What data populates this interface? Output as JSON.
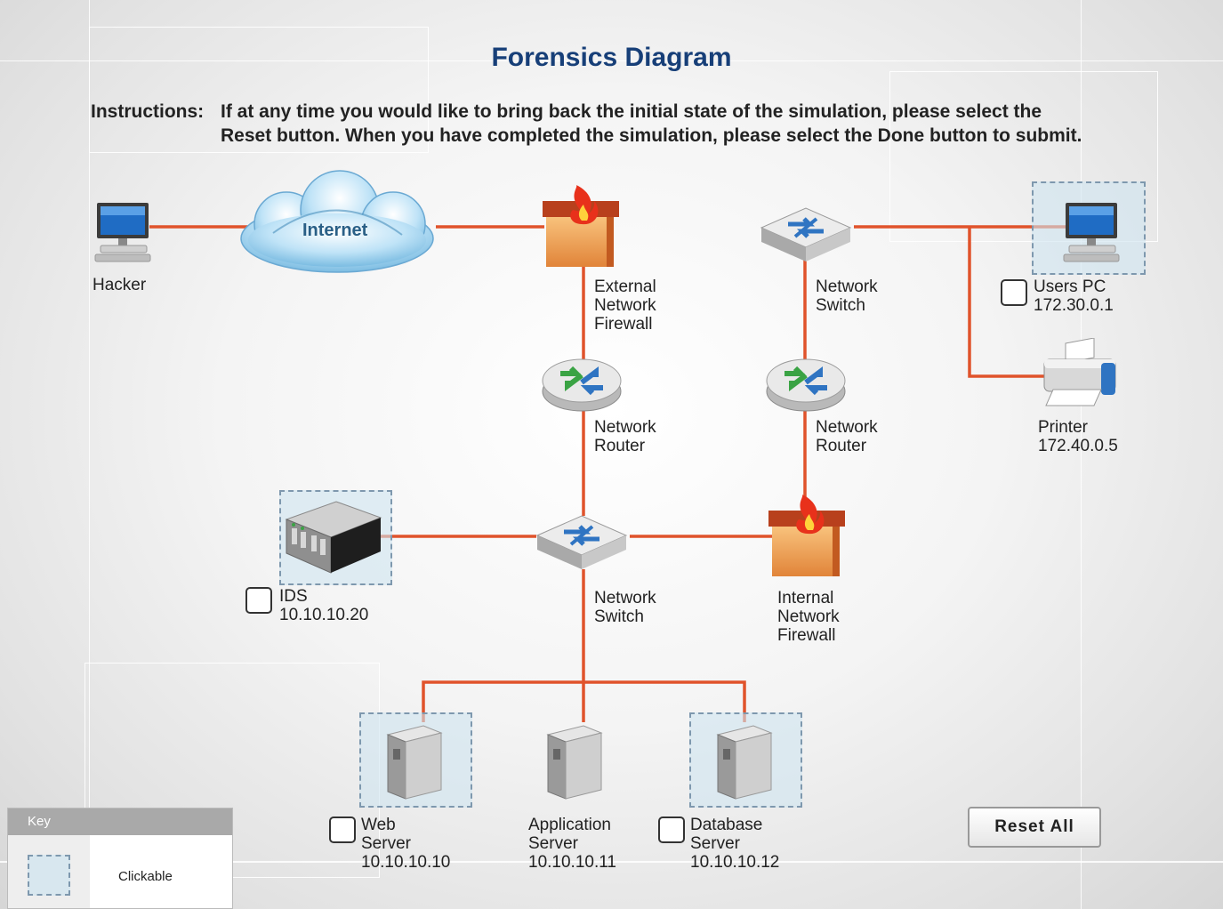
{
  "title": "Forensics Diagram",
  "instructions": {
    "prefix": "Instructions:",
    "line1": "If at any time you would like to bring back the initial state of the simulation, please select the",
    "line2": "Reset button. When you have completed the simulation, please select the Done button to submit."
  },
  "devices": {
    "hacker": {
      "label": "Hacker"
    },
    "internet": {
      "label": "Internet"
    },
    "external_firewall": {
      "line1": "External",
      "line2": "Network",
      "line3": "Firewall"
    },
    "router_left": {
      "line1": "Network",
      "line2": "Router"
    },
    "switch_center": {
      "line1": "Network",
      "line2": "Switch"
    },
    "switch_top": {
      "line1": "Network",
      "line2": "Switch"
    },
    "router_right": {
      "line1": "Network",
      "line2": "Router"
    },
    "internal_firewall": {
      "line1": "Internal",
      "line2": "Network",
      "line3": "Firewall"
    },
    "users_pc": {
      "line1": "Users PC",
      "line2": "172.30.0.1"
    },
    "printer": {
      "line1": "Printer",
      "line2": "172.40.0.5"
    },
    "ids": {
      "line1": "IDS",
      "line2": "10.10.10.20"
    },
    "web_server": {
      "line1": "Web",
      "line2": "Server",
      "line3": "10.10.10.10"
    },
    "app_server": {
      "line1": "Application",
      "line2": "Server",
      "line3": "10.10.10.11"
    },
    "db_server": {
      "line1": "Database",
      "line2": "Server",
      "line3": "10.10.10.12"
    }
  },
  "reset_label": "Reset All",
  "key": {
    "title": "Key",
    "clickable_label": "Clickable"
  },
  "colors": {
    "wire": "#e0532b",
    "title": "#173f78",
    "clickzone_border": "#7e98ae"
  }
}
